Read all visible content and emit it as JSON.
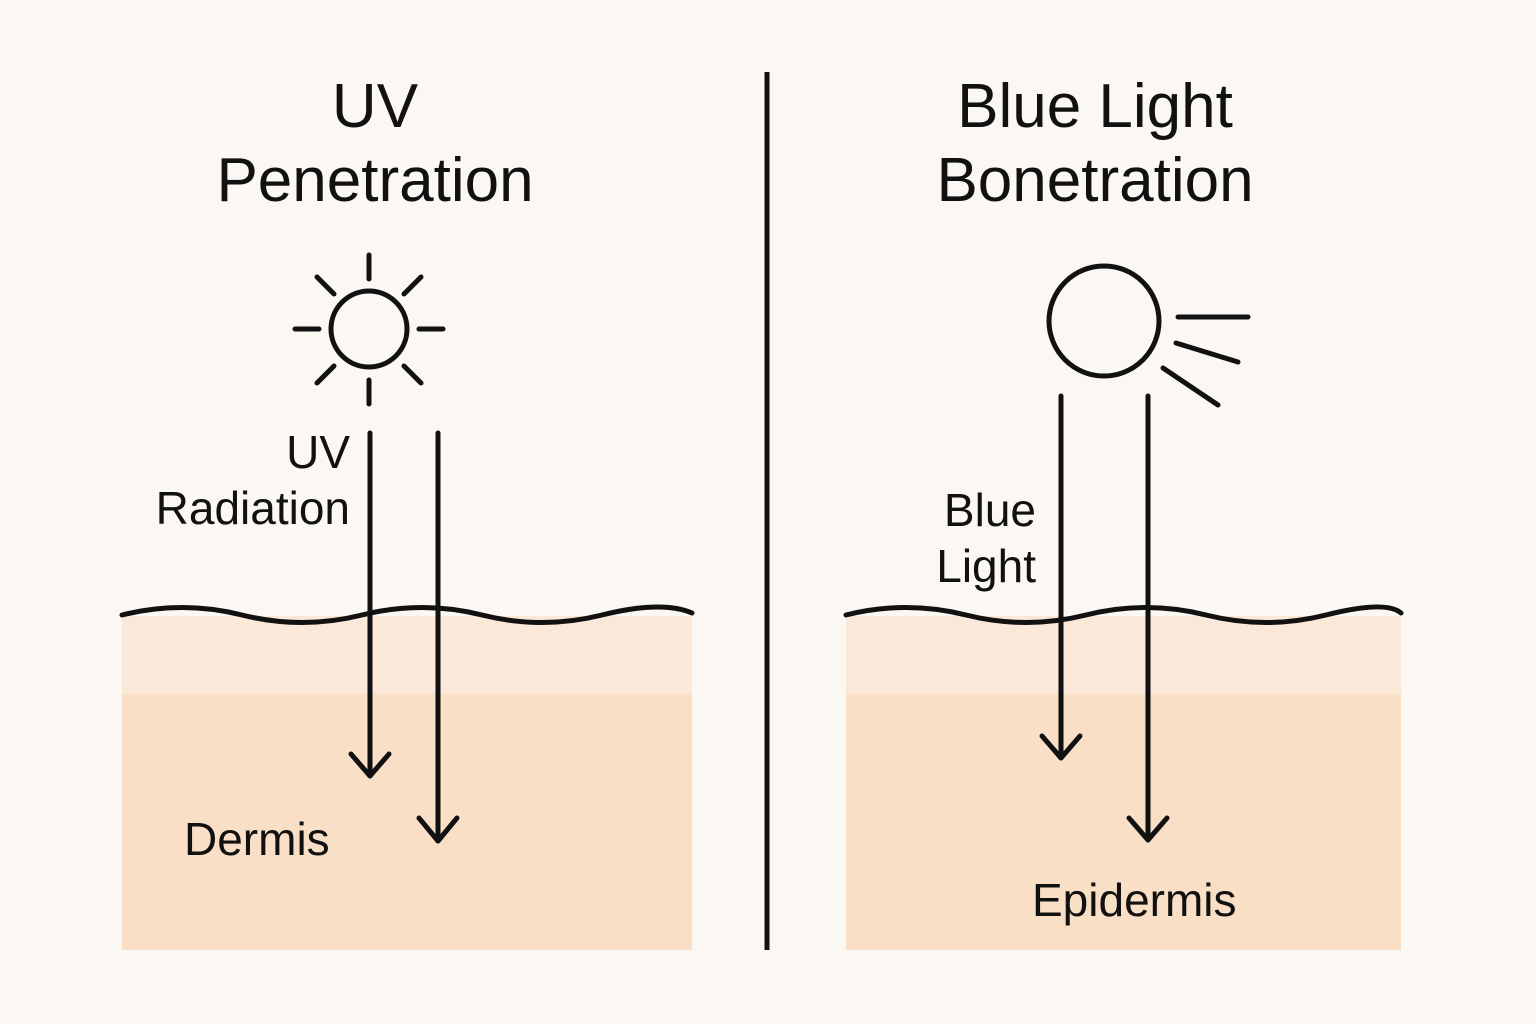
{
  "left_panel": {
    "title_line1": "UV",
    "title_line2": "Penetration",
    "ray_label_line1": "UV",
    "ray_label_line2": "Radiation",
    "layer_label": "Dermis",
    "icon": "sun-icon"
  },
  "right_panel": {
    "title_line1": "Blue Light",
    "title_line2": "Bonetration",
    "ray_label_line1": "Blue",
    "ray_label_line2": "Light",
    "layer_label": "Epidermis",
    "icon": "light-source-icon"
  },
  "colors": {
    "background": "#fbf8f3",
    "skin_upper": "#fae8d8",
    "skin_lower": "#f9dfc5",
    "stroke": "#111111"
  }
}
